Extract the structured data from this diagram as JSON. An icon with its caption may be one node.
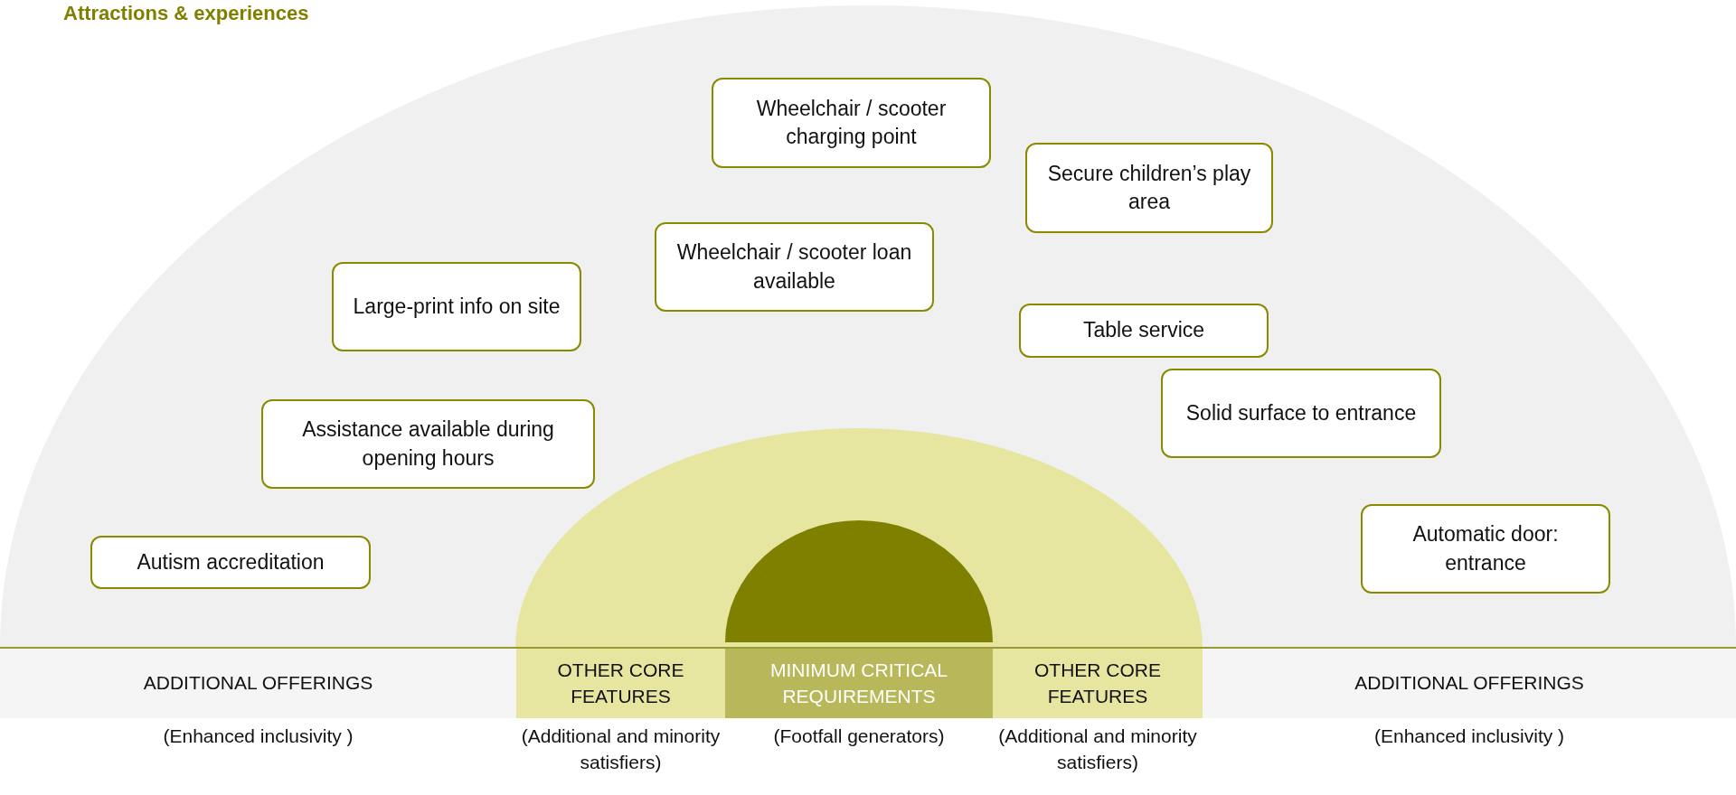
{
  "diagram": {
    "title": "Attractions & experiences",
    "nodes": [
      {
        "text": [],
        "shape": "semicircle"
      },
      {
        "text": [],
        "shape": "semicircle",
        "in": 0
      },
      {
        "text": [],
        "shape": "semicircle",
        "in": 1
      },
      {
        "text": [
          "Wheelchair / scooter charging point"
        ],
        "in": 0
      },
      {
        "text": [
          "Secure children’s play area"
        ],
        "in": 0
      },
      {
        "text": [
          "Wheelchair / scooter loan available"
        ],
        "in": 0
      },
      {
        "text": [
          "Large-print info on site"
        ],
        "in": 0
      },
      {
        "text": [
          "Table service"
        ],
        "in": 0
      },
      {
        "text": [
          "Solid surface to entrance"
        ],
        "in": 0
      },
      {
        "text": [
          "Assistance available during opening hours"
        ],
        "in": 0
      },
      {
        "text": [
          "Automatic door: entrance"
        ],
        "in": 0
      },
      {
        "text": [
          "Autism accreditation"
        ],
        "in": 0
      },
      {
        "text": [
          "ADDITIONAL OFFERINGS"
        ],
        "beside": [
          "(Enhanced inclusivity )"
        ]
      },
      {
        "text": [
          "OTHER CORE FEATURES"
        ],
        "beside": [
          "(Additional and minority satisfiers)"
        ]
      },
      {
        "text": [
          "MINIMUM CRITICAL REQUIREMENTS"
        ],
        "beside": [
          "(Footfall generators)"
        ]
      },
      {
        "text": [
          "OTHER CORE FEATURES"
        ],
        "beside": [
          "(Additional and minority satisfiers)"
        ]
      },
      {
        "text": [
          "ADDITIONAL OFFERINGS"
        ],
        "beside": [
          "(Enhanced inclusivity )"
        ]
      }
    ],
    "edges": []
  }
}
